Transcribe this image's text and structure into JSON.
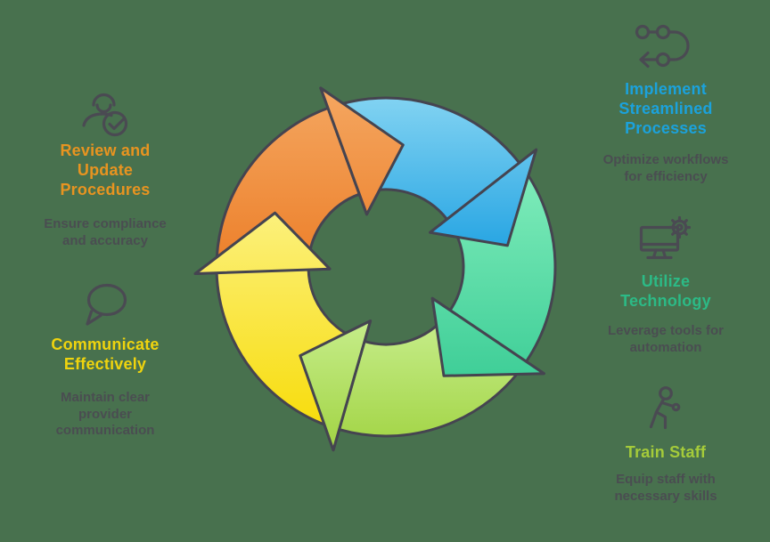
{
  "colors": {
    "background": "#48714e",
    "outline": "#454450",
    "icon": "#4a4a52",
    "subtitle": "#4b4a52"
  },
  "cycle": {
    "description": "Five-arrow clockwise process cycle",
    "segments": [
      {
        "name": "review-update",
        "light": "#f5a964",
        "dark": "#ec7e28"
      },
      {
        "name": "implement-processes",
        "light": "#8ed9f4",
        "dark": "#27a5e3"
      },
      {
        "name": "utilize-technology",
        "light": "#86efbe",
        "dark": "#2fc78f"
      },
      {
        "name": "train-staff",
        "light": "#c9ef90",
        "dark": "#9fd23f"
      },
      {
        "name": "communicate",
        "light": "#fcf285",
        "dark": "#f7da00"
      }
    ]
  },
  "labels": {
    "review": {
      "title": "Review and\nUpdate\nProcedures",
      "subtitle": "Ensure compliance\nand accuracy",
      "color": "#e89420"
    },
    "communicate": {
      "title": "Communicate\nEffectively",
      "subtitle": "Maintain clear\nprovider\ncommunication",
      "color": "#efd40e"
    },
    "implement": {
      "title": "Implement\nStreamlined\nProcesses",
      "subtitle": "Optimize workflows\nfor efficiency",
      "color": "#1ba2dc"
    },
    "utilize": {
      "title": "Utilize\nTechnology",
      "subtitle": "Leverage tools for\nautomation",
      "color": "#2cba86"
    },
    "train": {
      "title": "Train Staff",
      "subtitle": "Equip staff with\nnecessary skills",
      "color": "#a5cb3a"
    }
  }
}
